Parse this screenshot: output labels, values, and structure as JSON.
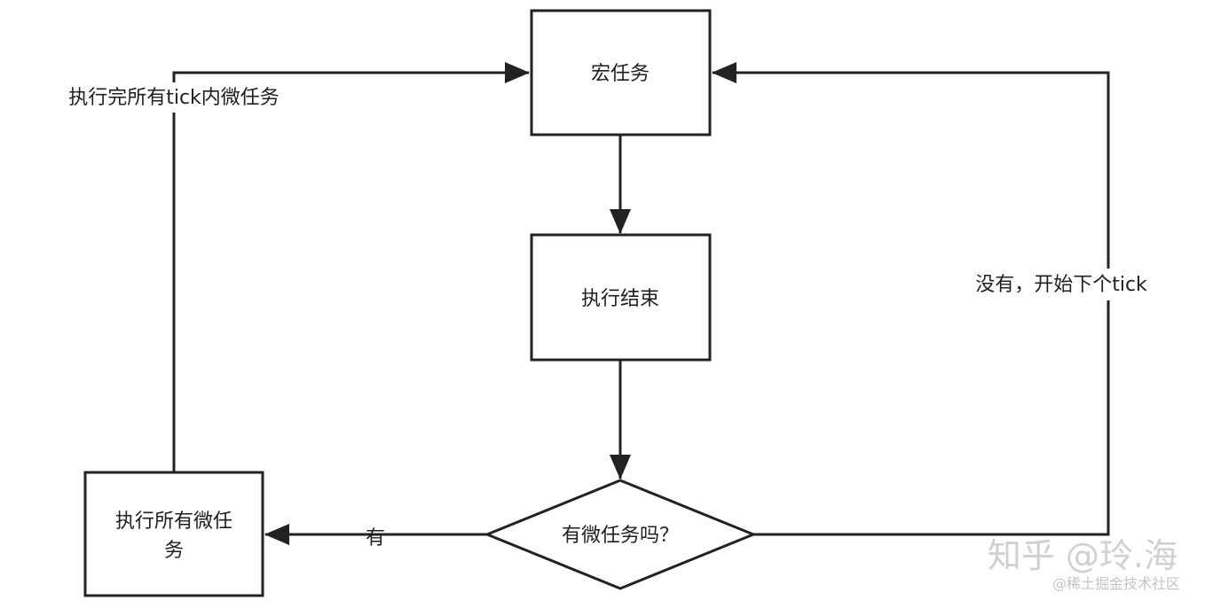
{
  "nodes": {
    "macro_task": {
      "label": "宏任务"
    },
    "execution_end": {
      "label": "执行结束"
    },
    "has_microtask": {
      "label": "有微任务吗？"
    },
    "run_all_microtasks": {
      "label_line1": "执行所有微任",
      "label_line2": "务"
    }
  },
  "edges": {
    "yes_label": "有",
    "no_label": "没有，开始下个tick",
    "loop_label": "执行完所有tick内微任务"
  },
  "watermark": {
    "main": "知乎 @玲.海",
    "sub": "@稀土掘金技术社区"
  },
  "colors": {
    "stroke": "#222222",
    "text": "#1f1f1f",
    "background": "#ffffff"
  }
}
